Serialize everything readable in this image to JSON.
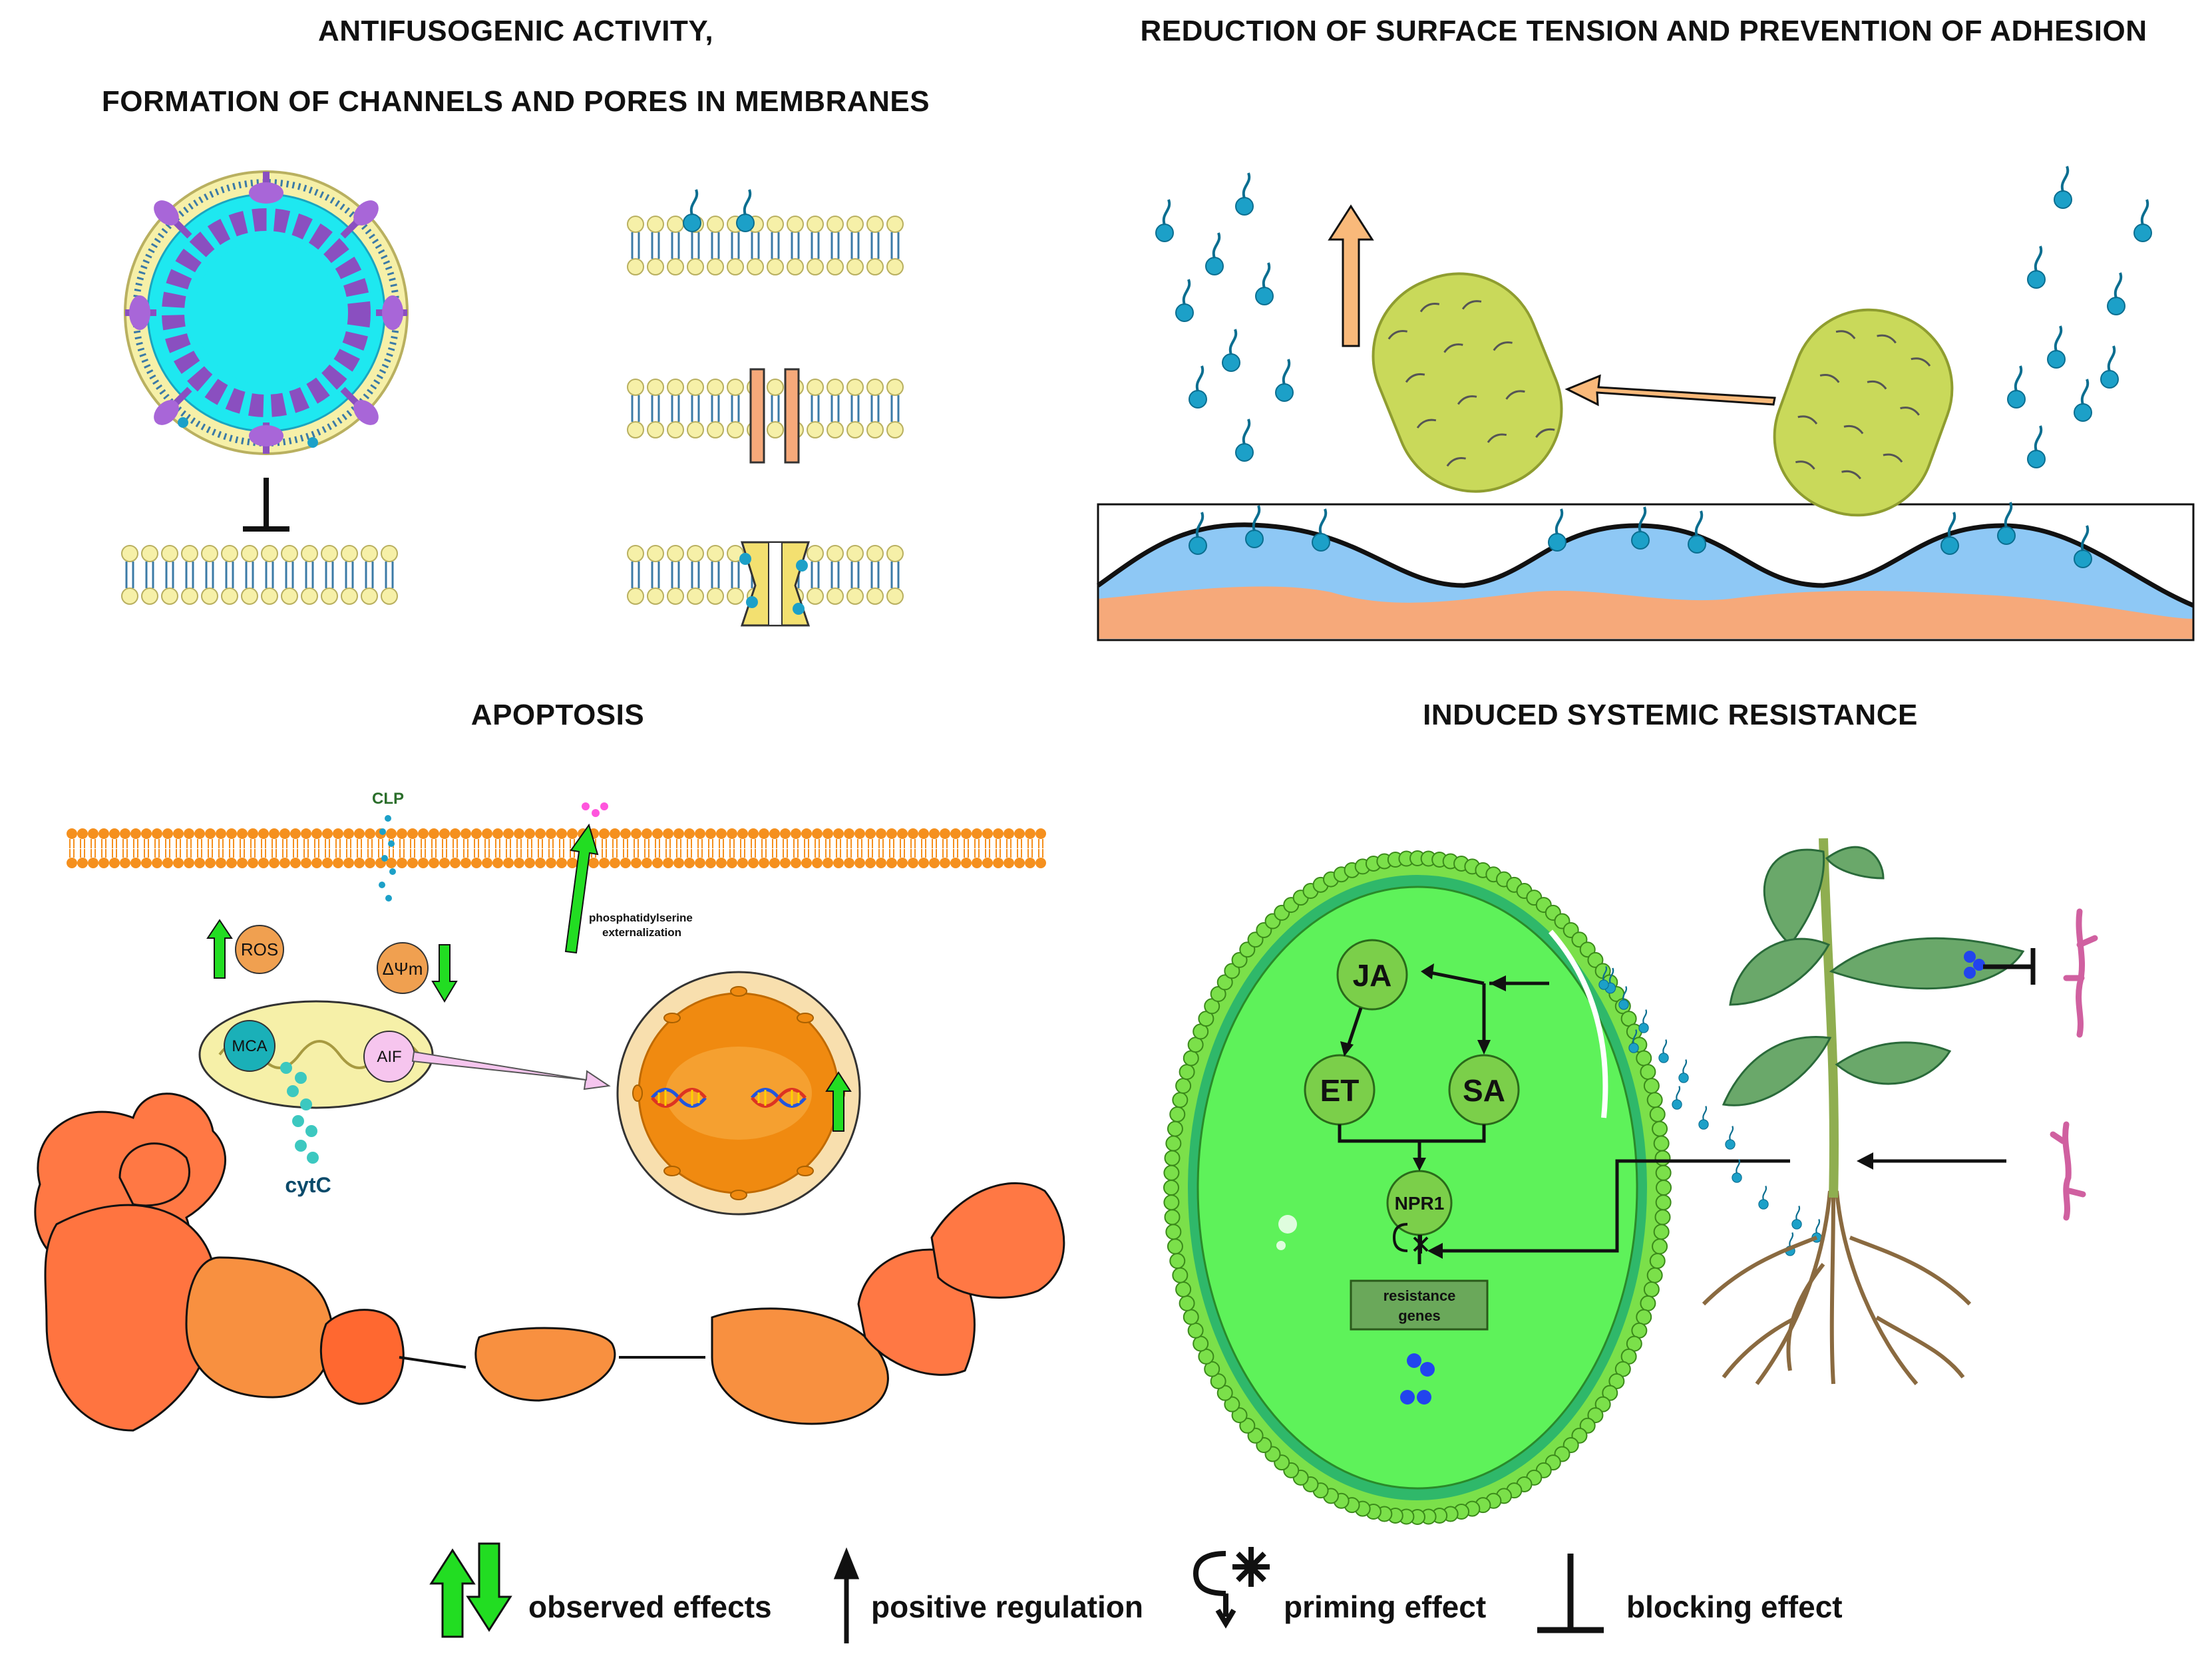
{
  "panels": {
    "top_left": {
      "title_line1": "ANTIFUSOGENIC ACTIVITY,",
      "title_line2": "FORMATION OF CHANNELS AND PORES IN MEMBRANES"
    },
    "top_right": {
      "title": "REDUCTION OF SURFACE TENSION AND PREVENTION OF ADHESION"
    },
    "bottom_left": {
      "title": "APOPTOSIS",
      "labels": {
        "clp": "CLP",
        "ps": "phosphatidylserine externalization",
        "ros": "ROS",
        "dpsi": "ΔΨm",
        "mca": "MCA",
        "aif": "AIF",
        "cytc": "cytC"
      }
    },
    "bottom_right": {
      "title": "INDUCED SYSTEMIC RESISTANCE",
      "labels": {
        "ja": "JA",
        "et": "ET",
        "sa": "SA",
        "npr1": "NPR1",
        "resistance_genes": "resistance genes"
      }
    }
  },
  "legend": {
    "observed": "observed effects",
    "positive": "positive regulation",
    "priming": "priming effect",
    "blocking": "blocking effect"
  },
  "colors": {
    "lipid_head": "#f6f0a8",
    "lipid_tail": "#3b7aa6",
    "surfactin": "#1ca0c8",
    "virus_core": "#1ee8f0",
    "virus_spike": "#8a4fc0",
    "bacterium": "#c9d95a",
    "water": "#8ec8f5",
    "substrate": "#f6a97a",
    "arrow_orange": "#f9b97a",
    "membrane_orange": "#f5901e",
    "green_arrow": "#22dd22",
    "cell_green": "#5ef25a",
    "nucleus_orange": "#f08a10",
    "pink": "#e070b0"
  },
  "icons": [
    "virus-icon",
    "bacterium-icon",
    "mitochondrion-icon",
    "nucleus-icon",
    "plant-icon",
    "fungus-icon",
    "cell-icon"
  ]
}
